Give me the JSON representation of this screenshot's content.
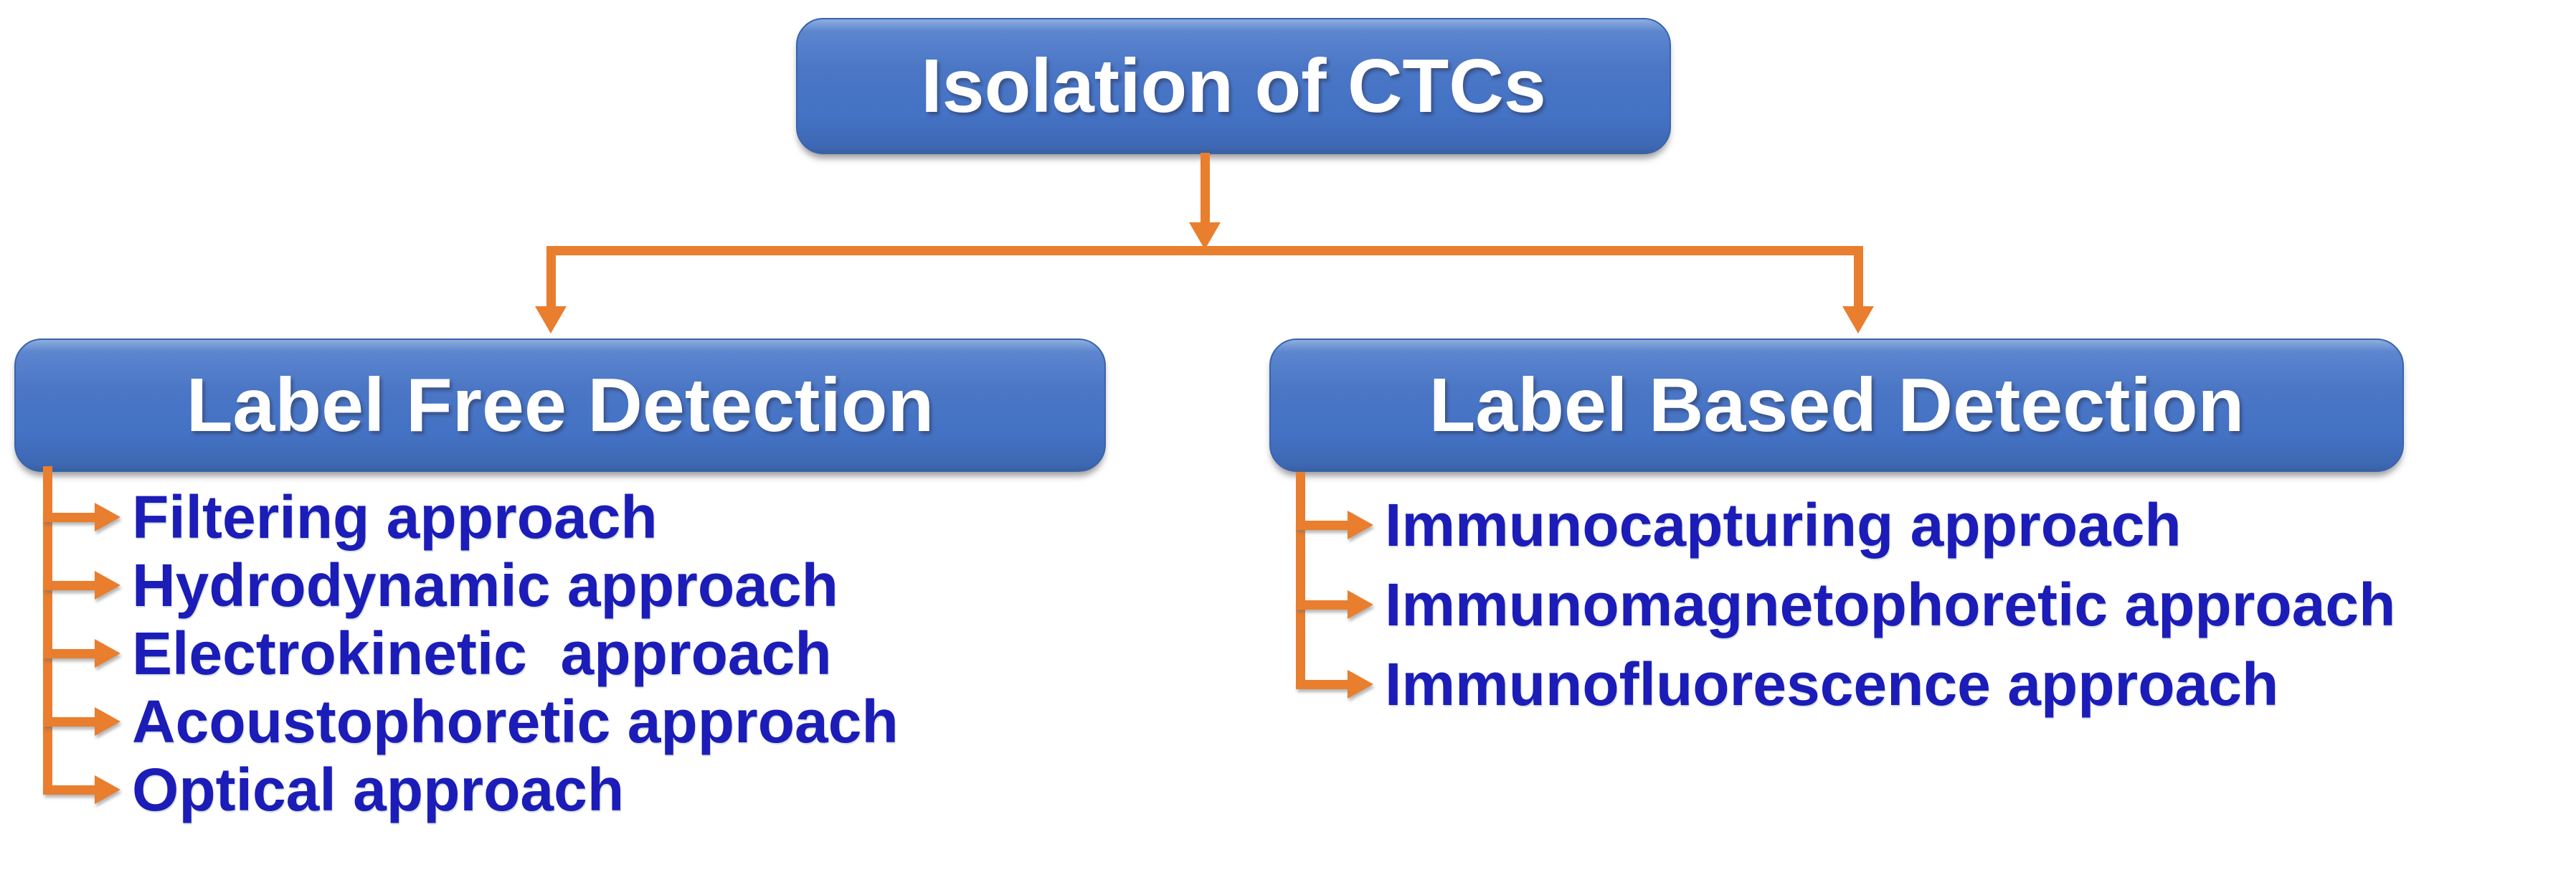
{
  "figure": {
    "type": "hierarchy-diagram",
    "root": {
      "title": "Isolation of CTCs"
    },
    "branches": [
      {
        "id": "label-free",
        "title": "Label Free Detection",
        "items": [
          "Filtering approach",
          "Hydrodynamic approach",
          "Electrokinetic  approach",
          "Acoustophoretic approach",
          "Optical approach"
        ]
      },
      {
        "id": "label-based",
        "title": "Label Based Detection",
        "items": [
          "Immunocapturing approach",
          "Immunomagnetophoretic approach",
          "Immunofluorescence approach"
        ]
      }
    ]
  },
  "palette": {
    "node_fill": "#4472c4",
    "node_fill_light": "#8cadde",
    "node_border": "#3a63ac",
    "node_text": "#ffffff",
    "connector_orange": "#e97e2e",
    "item_text": "#1c1cb8",
    "background": "#ffffff"
  }
}
